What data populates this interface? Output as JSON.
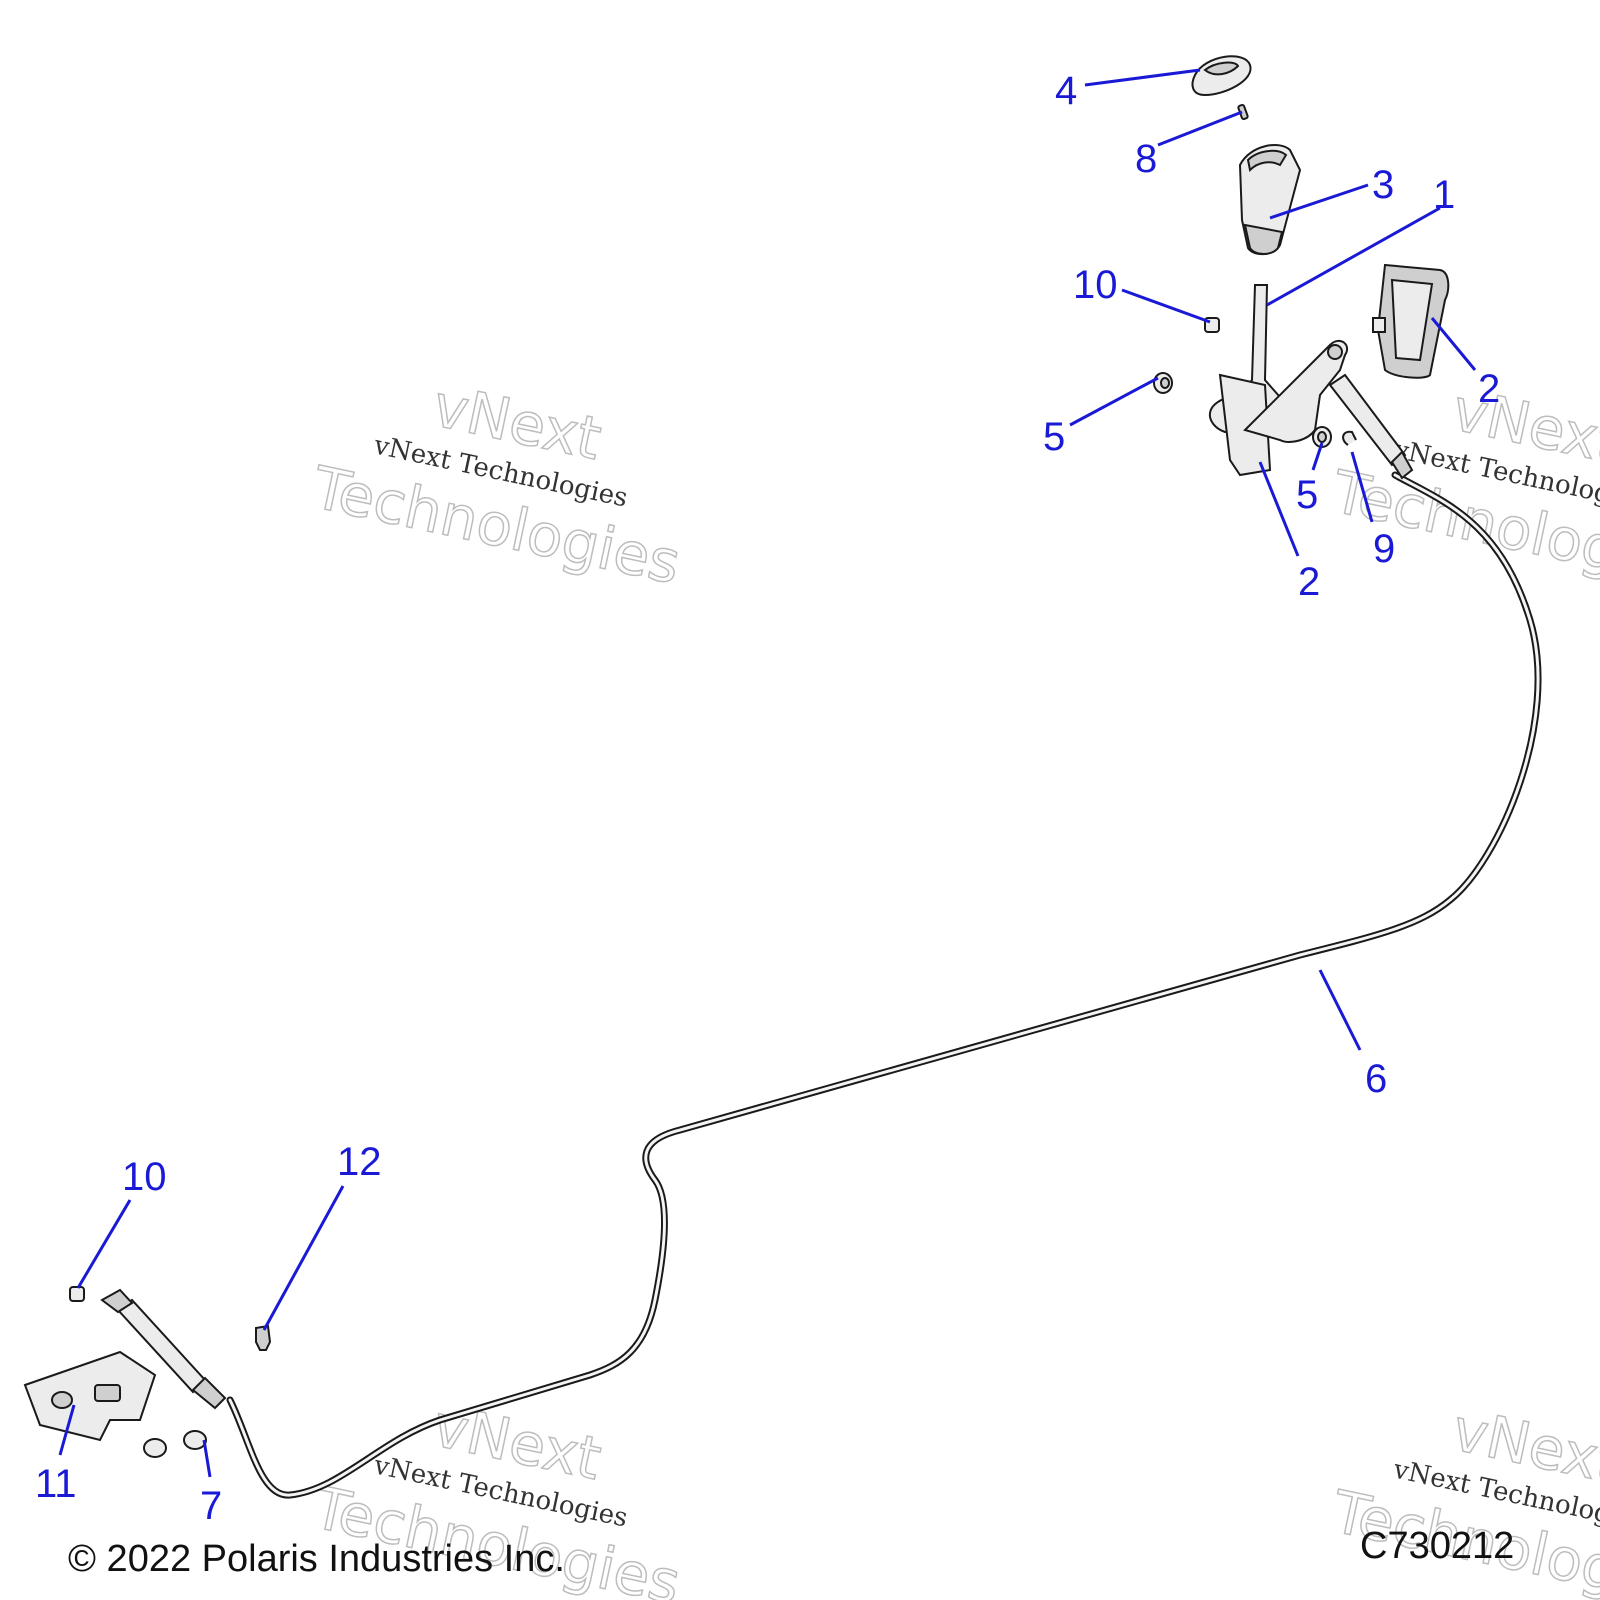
{
  "watermark": {
    "line_small": "vNext Technologies",
    "line_big_1": "vNext",
    "line_big_2": "Technologies"
  },
  "callouts": [
    {
      "id": "c4",
      "label": "4"
    },
    {
      "id": "c8",
      "label": "8"
    },
    {
      "id": "c3",
      "label": "3"
    },
    {
      "id": "c1",
      "label": "1"
    },
    {
      "id": "c10a",
      "label": "10"
    },
    {
      "id": "c2a",
      "label": "2"
    },
    {
      "id": "c5a",
      "label": "5"
    },
    {
      "id": "c5b",
      "label": "5"
    },
    {
      "id": "c9",
      "label": "9"
    },
    {
      "id": "c2b",
      "label": "2"
    },
    {
      "id": "c6",
      "label": "6"
    },
    {
      "id": "c10b",
      "label": "10"
    },
    {
      "id": "c12",
      "label": "12"
    },
    {
      "id": "c11",
      "label": "11"
    },
    {
      "id": "c7",
      "label": "7"
    }
  ],
  "footer": {
    "copyright": "© 2022 Polaris Industries Inc.",
    "figure_id": "C730212"
  }
}
